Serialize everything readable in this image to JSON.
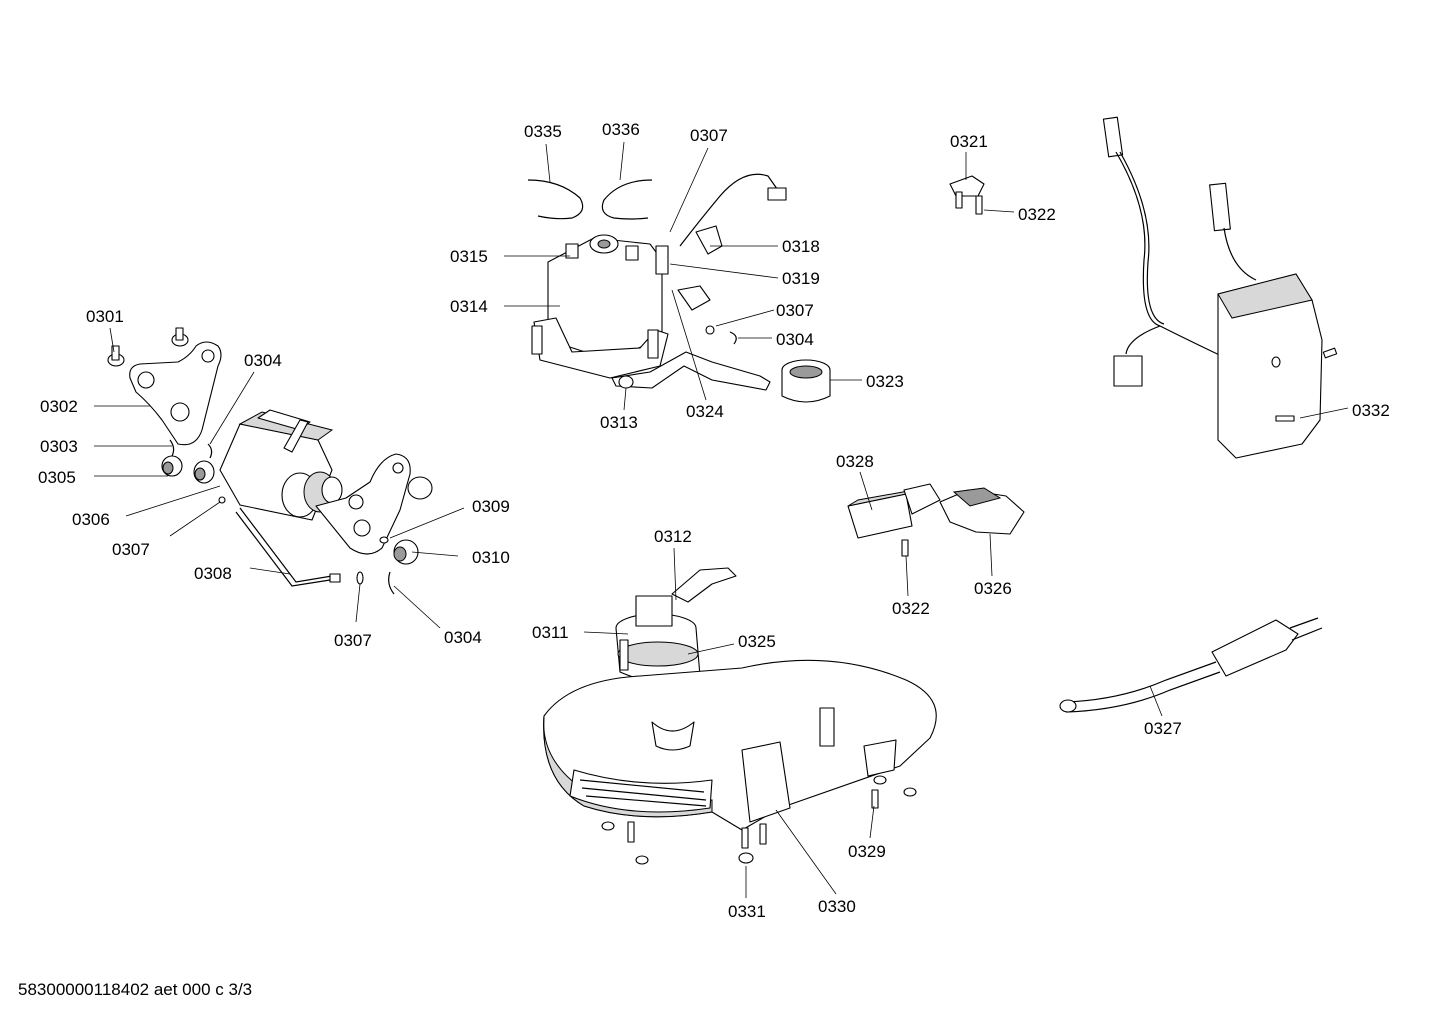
{
  "document_id": "58300000118402 aet 000 c 3/3",
  "callouts": {
    "c0301": "0301",
    "c0302": "0302",
    "c0303": "0303",
    "c0304a": "0304",
    "c0305": "0305",
    "c0306": "0306",
    "c0307a": "0307",
    "c0308": "0308",
    "c0309": "0309",
    "c0310": "0310",
    "c0307b": "0307",
    "c0304b": "0304",
    "c0335": "0335",
    "c0336": "0336",
    "c0307c": "0307",
    "c0315": "0315",
    "c0318": "0318",
    "c0319": "0319",
    "c0314": "0314",
    "c0307d": "0307",
    "c0304c": "0304",
    "c0323": "0323",
    "c0313": "0313",
    "c0324": "0324",
    "c0321": "0321",
    "c0322a": "0322",
    "c0332": "0332",
    "c0328": "0328",
    "c0322b": "0322",
    "c0326": "0326",
    "c0312": "0312",
    "c0311": "0311",
    "c0325": "0325",
    "c0327": "0327",
    "c0329": "0329",
    "c0331": "0331",
    "c0330": "0330"
  }
}
